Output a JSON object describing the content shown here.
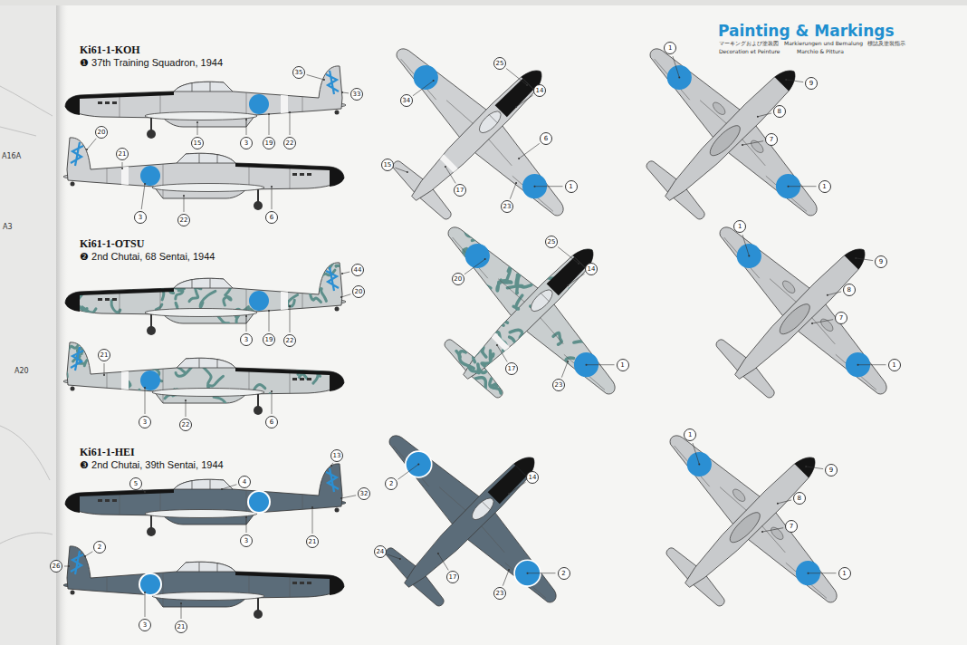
{
  "diagram": {
    "title": "Painting & Markings",
    "labels": [
      "マーキングおよび塗装図",
      "Markierungen und Bemalung",
      "標誌及塗裝指示",
      "Decoration et Peinture",
      "Marchio & Pittura",
      "Ki61-1-KOH",
      "❶ 37th Training Squadron, 1944",
      "Ki61-1-OTSU",
      "❷ 2nd Chutai, 68 Sentai, 1944",
      "Ki61-1-HEI",
      "❸ 2nd Chutai, 39th Sentai, 1944",
      "A16A",
      "A3",
      "A20",
      "3",
      "19",
      "22",
      "15",
      "35",
      "33",
      "3",
      "22",
      "6",
      "20",
      "21",
      "3",
      "19",
      "22",
      "44",
      "20",
      "3",
      "22",
      "6",
      "21",
      "5",
      "4",
      "3",
      "21",
      "13",
      "32",
      "3",
      "21",
      "26",
      "2",
      "1",
      "14",
      "6",
      "23",
      "15",
      "17",
      "25",
      "34",
      "1",
      "14",
      "23",
      "20",
      "17",
      "25",
      "2",
      "2",
      "14",
      "23",
      "17",
      "24",
      "1",
      "1",
      "9",
      "8",
      "7",
      "1",
      "1",
      "9",
      "8",
      "7",
      "1",
      "1",
      "9",
      "8",
      "7"
    ]
  }
}
